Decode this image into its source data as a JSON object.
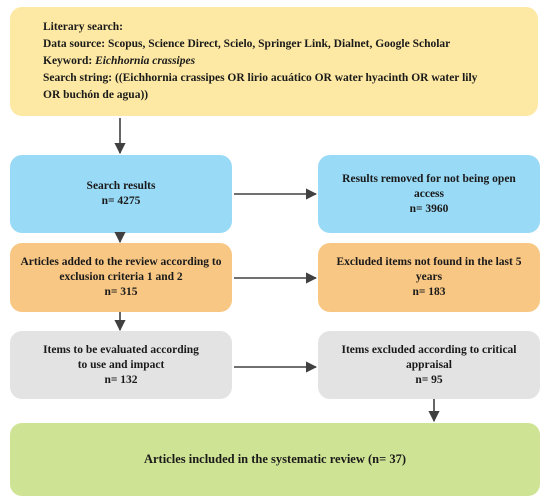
{
  "search_box": {
    "title": "Literary search:",
    "data_source": "Data source: Scopus, Science Direct, Scielo, Springer Link, Dialnet, Google Scholar",
    "keyword_label": "Keyword:",
    "keyword_value": "Eichhornia crassipes",
    "search_string_line1": "Search string: ((Eichhornia crassipes OR lirio acuático OR water hyacinth OR water lily",
    "search_string_line2": "OR buchón de agua))"
  },
  "left": [
    {
      "label": "Search results",
      "count": "n= 4275"
    },
    {
      "label_line1": "Articles added to the review according to",
      "label_line2": "exclusion criteria 1 and 2",
      "count": "n= 315"
    },
    {
      "label_line1": "Items to be evaluated according",
      "label_line2": "to use and impact",
      "count": "n= 132"
    }
  ],
  "right": [
    {
      "label_line1": "Results removed for not being open",
      "label_line2": "access",
      "count": "n= 3960"
    },
    {
      "label_line1": "Excluded items not found in the last 5",
      "label_line2": "years",
      "count": "n= 183"
    },
    {
      "label_line1": "Items excluded according to critical",
      "label_line2": "appraisal",
      "count": "n= 95"
    }
  ],
  "final": {
    "label": "Articles included in the systematic review (n= 37)"
  },
  "colors": {
    "search": "#fde9a3",
    "stage1": "#99daf6",
    "stage2": "#f9c784",
    "stage3": "#e3e3e3",
    "final": "#cfe394",
    "arrow": "#404040"
  }
}
